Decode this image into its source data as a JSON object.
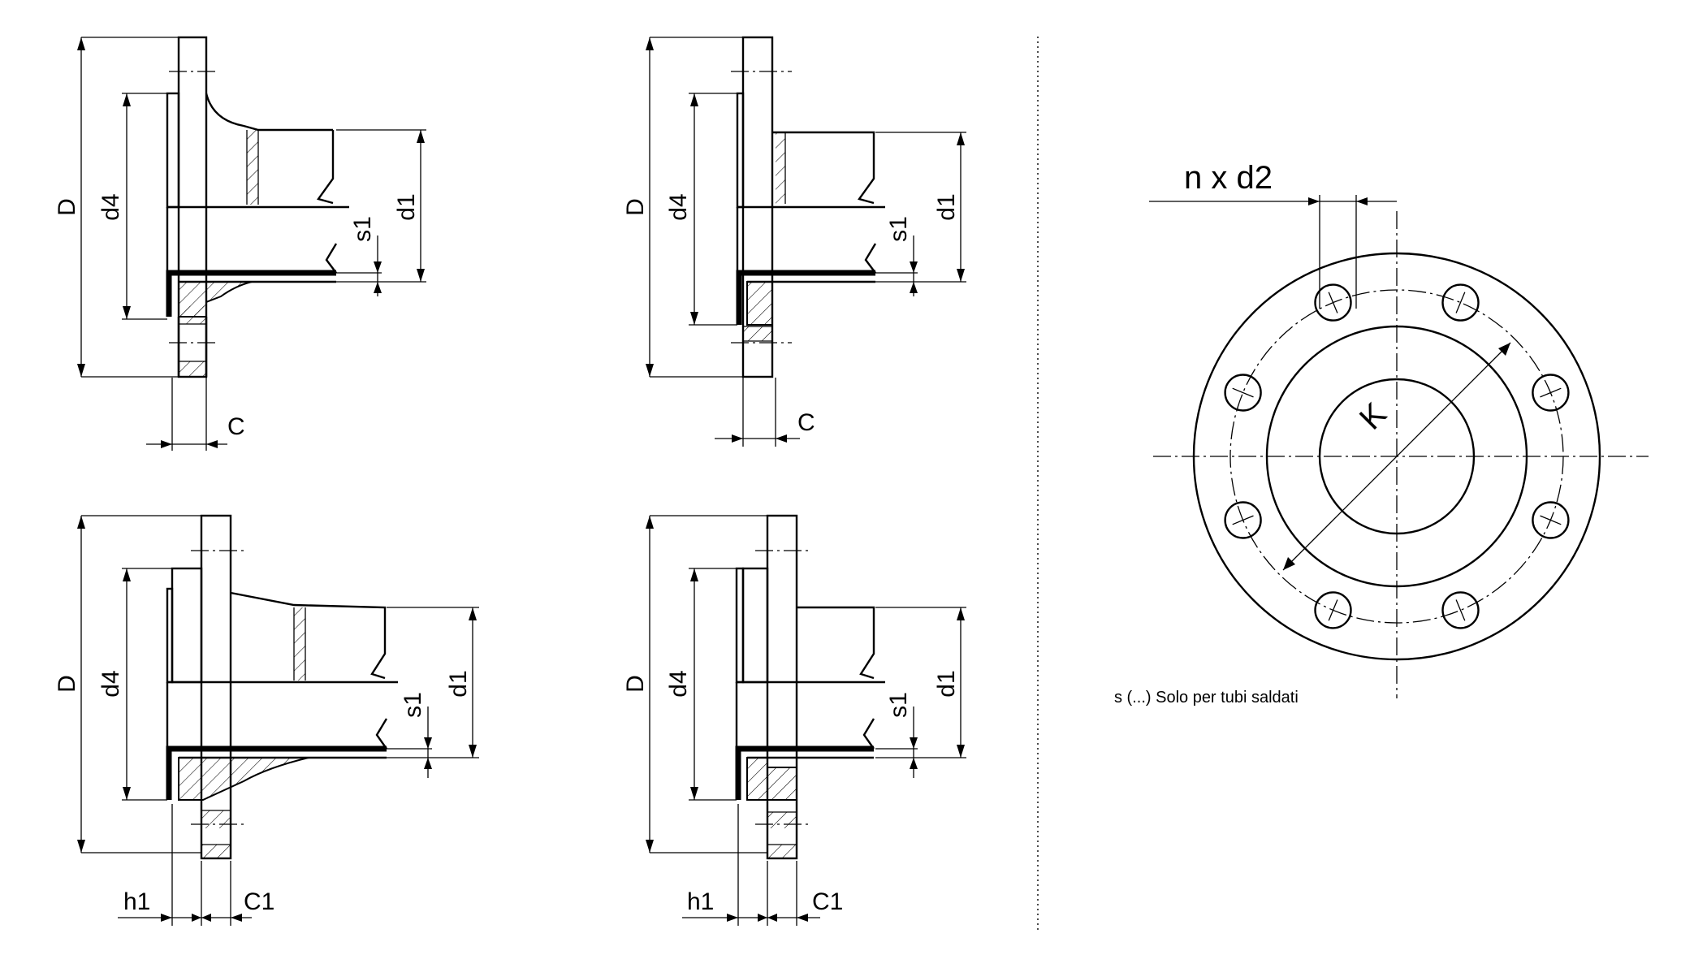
{
  "drawings": {
    "top_left": {
      "D": "D",
      "d4": "d4",
      "d1": "d1",
      "s1": "s1",
      "C": "C"
    },
    "top_middle": {
      "D": "D",
      "d4": "d4",
      "d1": "d1",
      "s1": "s1",
      "C": "C"
    },
    "bottom_left": {
      "D": "D",
      "d4": "d4",
      "d1": "d1",
      "s1": "s1",
      "h1": "h1",
      "C1": "C1"
    },
    "bottom_middle": {
      "D": "D",
      "d4": "d4",
      "d1": "d1",
      "s1": "s1",
      "h1": "h1",
      "C1": "C1"
    },
    "front_view": {
      "bolt_holes": "n x d2",
      "pitch_circle": "K",
      "hole_count": 8
    }
  },
  "note": "s (...) Solo per tubi saldati"
}
